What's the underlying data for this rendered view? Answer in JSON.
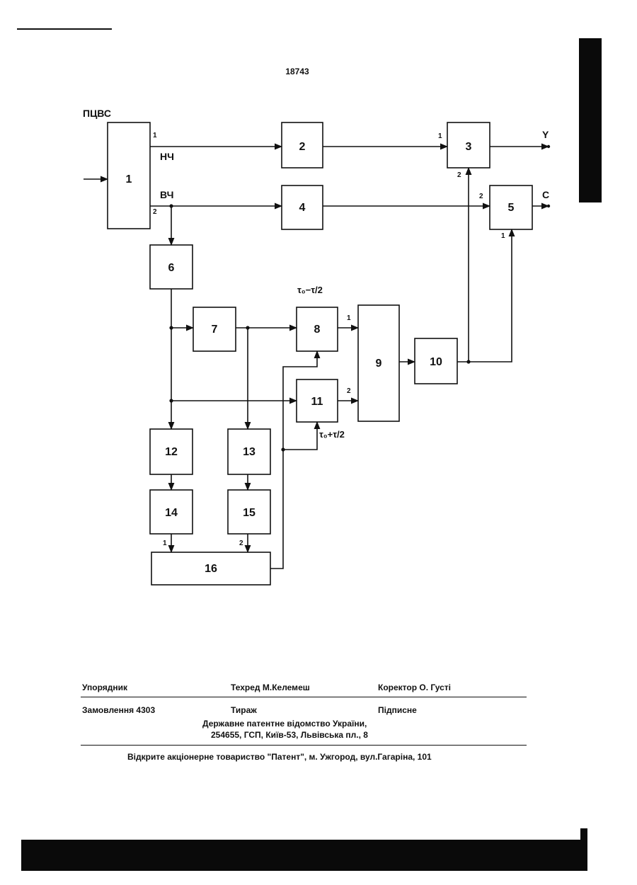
{
  "page_number": "18743",
  "diagram": {
    "input_label": "ПЦВС",
    "blocks": [
      "1",
      "2",
      "3",
      "4",
      "5",
      "6",
      "7",
      "8",
      "9",
      "10",
      "11",
      "12",
      "13",
      "14",
      "15",
      "16"
    ],
    "signal_labels": {
      "lf": "НЧ",
      "hf": "ВЧ",
      "out_y": "Y",
      "out_c": "C",
      "tau_minus": "τ₀−τ/2",
      "tau_plus": "τ₀+τ/2"
    },
    "port_labels": {
      "one": "1",
      "two": "2"
    }
  },
  "imprint": {
    "compiler_label": "Упорядник",
    "techred": "Техред М.Келемеш",
    "corrector": "Коректор О. Густі",
    "order": "Замовлення  4303",
    "circulation": "Тираж",
    "subscription": "Підписне",
    "office": "Державне  патентне  відомство  України,",
    "address": "254655, ГСП, Київ-53, Львівська пл., 8",
    "printer": "Відкрите акціонерне товариство   \"Патент\", м. Ужгород, вул.Гагаріна, 101"
  }
}
